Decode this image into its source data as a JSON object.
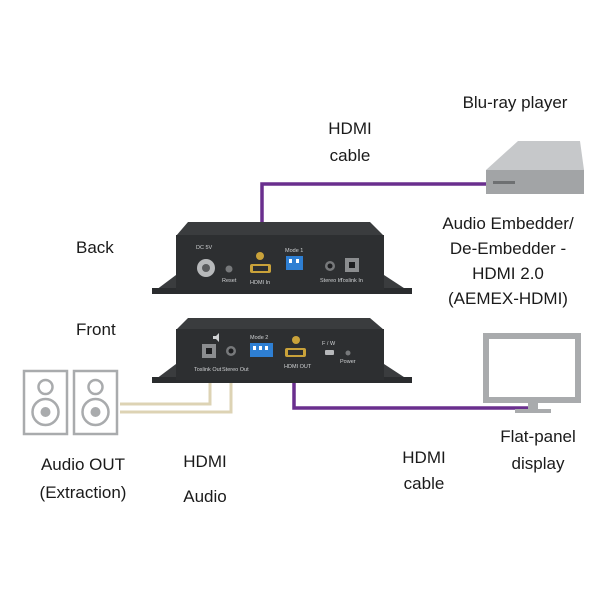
{
  "labels": {
    "bluray": "Blu-ray player",
    "hdmi_cable_top_1": "HDMI",
    "hdmi_cable_top_2": "cable",
    "back": "Back",
    "front": "Front",
    "product_1": "Audio Embedder/",
    "product_2": "De-Embedder -",
    "product_3": "HDMI 2.0",
    "product_4": "(AEMEX-HDMI)",
    "audio_out_1": "Audio OUT",
    "audio_out_2": "(Extraction)",
    "hdmi_audio_1": "HDMI",
    "hdmi_audio_2": "Audio",
    "hdmi_cable_bottom_1": "HDMI",
    "hdmi_cable_bottom_2": "cable",
    "display_1": "Flat-panel",
    "display_2": "display"
  },
  "device_labels": {
    "dc": "DC 5V",
    "reset": "Reset",
    "hdmi_in": "HDMI In",
    "mode1": "Mode 1",
    "stereo_in": "Stereo In",
    "toslink_in": "Toslink In",
    "toslink_out": "Toslink Out",
    "stereo_out": "Stereo Out",
    "mode2": "Mode 2",
    "hdmi_out": "HDMI OUT",
    "fw": "F / W",
    "power": "Power"
  },
  "colors": {
    "hdmi_cable": "#6a2f8e",
    "audio_cable": "#ddd3b4",
    "device_body": "#2d2f31",
    "hardware_gray": "#b7b9bb"
  }
}
